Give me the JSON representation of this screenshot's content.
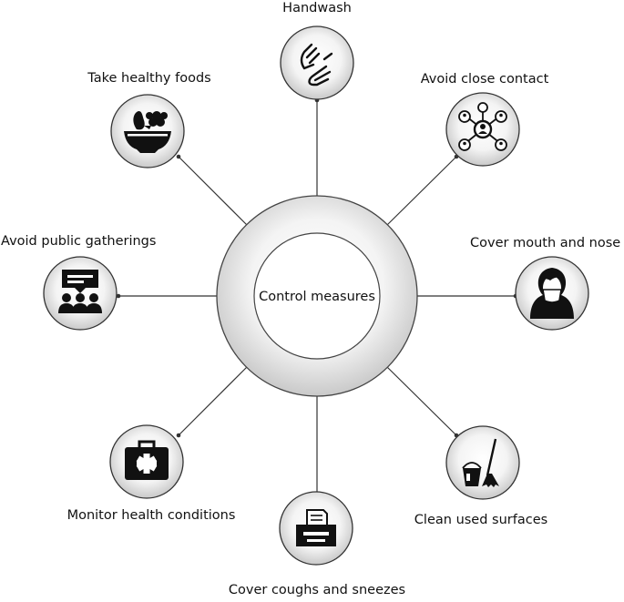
{
  "hub": {
    "label": "Control measures"
  },
  "measures": [
    {
      "label": "Handwash",
      "icon": "hand-sign-icon"
    },
    {
      "label": "Avoid close contact",
      "icon": "network-people-icon"
    },
    {
      "label": "Cover mouth and nose",
      "icon": "face-mask-woman-icon"
    },
    {
      "label": "Clean used surfaces",
      "icon": "bucket-mop-icon"
    },
    {
      "label": "Cover coughs and sneezes",
      "icon": "tissue-box-icon"
    },
    {
      "label": "Monitor health conditions",
      "icon": "medical-kit-icon"
    },
    {
      "label": "Avoid public gatherings",
      "icon": "crowd-speech-icon"
    },
    {
      "label": "Take healthy foods",
      "icon": "fruit-bowl-icon"
    }
  ]
}
